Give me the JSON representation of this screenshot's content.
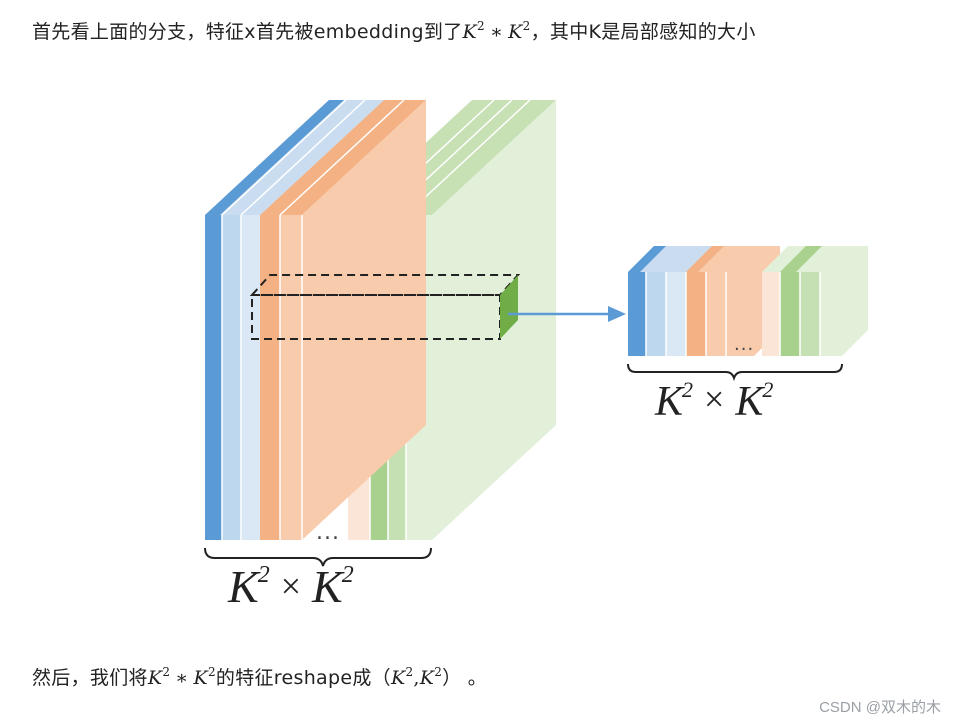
{
  "paragraph1": {
    "text_before": "首先看上面的分支，特征x首先被embedding到了",
    "math_k1": "K",
    "math_sup1": "2",
    "math_op": "∗",
    "math_k2": "K",
    "math_sup2": "2",
    "text_after": "，其中K是局部感知的大小"
  },
  "figure": {
    "left_label": {
      "k1": "K",
      "sup1": "2",
      "times": "×",
      "k2": "K",
      "sup2": "2"
    },
    "right_label": {
      "k1": "K",
      "sup1": "2",
      "times": "×",
      "k2": "K",
      "sup2": "2"
    },
    "dots_left": "...",
    "dots_right": "...",
    "colors": {
      "blue_dark": "#5b9bd5",
      "blue_light": "#c9dcf0",
      "orange_dark": "#f4b183",
      "orange_light": "#f8cbad",
      "orange_pale": "#fbe5d6",
      "green_dark": "#a9d18e",
      "green_light": "#e2efd9",
      "green_accent": "#70ad47",
      "arrow": "#5b9bd5"
    }
  },
  "paragraph2": {
    "text_before": "然后，我们将",
    "math_k1": "K",
    "math_sup1": "2",
    "math_op": "∗",
    "math_k2": "K",
    "math_sup2": "2",
    "text_mid": "的特征reshape成（",
    "math_k3": "K",
    "math_sup3": "2",
    "comma": ",",
    "math_k4": "K",
    "math_sup4": "2",
    "text_after": "） 。"
  },
  "watermark": "CSDN @双木的木"
}
